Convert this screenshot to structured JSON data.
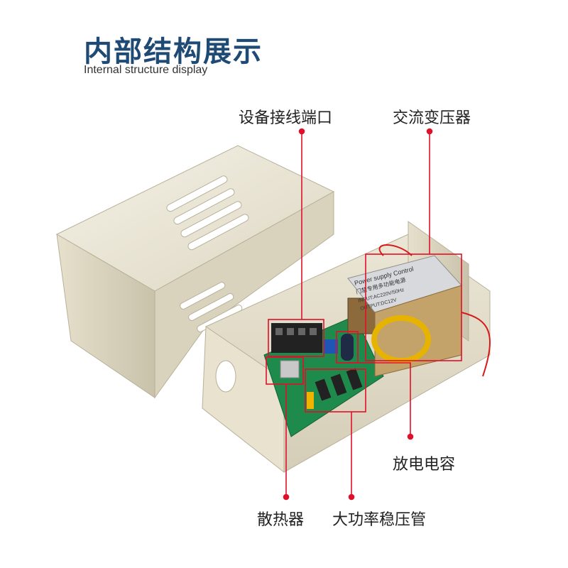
{
  "title": "内部结构展示",
  "subtitle": "Internal structure display",
  "callouts": {
    "terminal": "设备接线端口",
    "transformer": "交流变压器",
    "capacitor": "放电电容",
    "heatsink": "散热器",
    "regulator": "大功率稳压管"
  },
  "transformer_sticker": {
    "line1": "Power supply Control",
    "line2": "门禁专用多功能电源",
    "line3": "INPUT:AC220V/50Hz",
    "line4": "OUTPUT:DC12V"
  },
  "colors": {
    "title": "#1f4a74",
    "callout_line": "#e0102a",
    "casing": "#ece7d6",
    "pcb": "#1e8a4c"
  }
}
